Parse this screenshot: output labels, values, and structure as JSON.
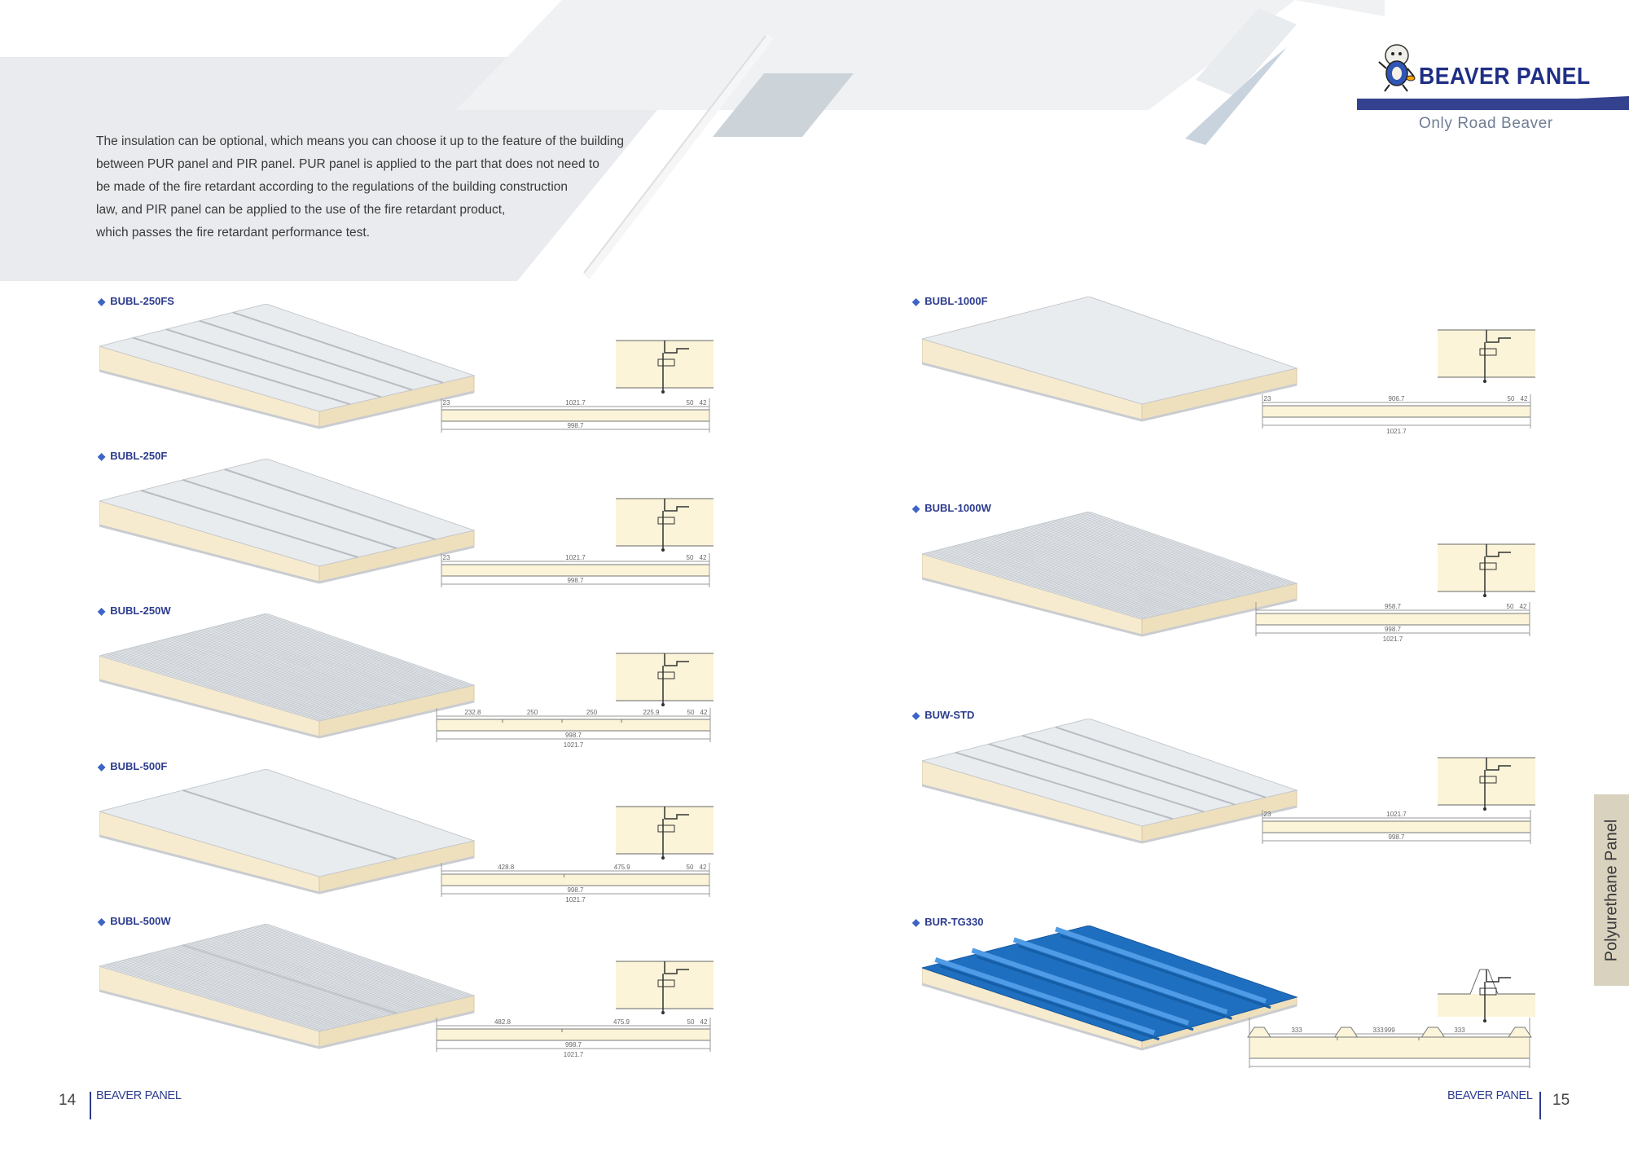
{
  "intro": {
    "lines": [
      "The insulation can be optional, which means you can choose it up to the feature of the building",
      "between PUR panel and PIR panel. PUR panel is applied to the part that does not need to",
      "be made of the fire retardant according to the regulations of the building construction",
      "law, and PIR panel can be applied to the use of the fire retardant product,",
      "which passes the fire retardant performance test."
    ]
  },
  "brand": {
    "logo_text": "BEAVER PANEL",
    "tagline": "Only Road Beaver"
  },
  "products": [
    {
      "code": "BUBL-250FS",
      "face": "flat-ribs",
      "dims": {
        "top": "1021.7",
        "mid": "998.7",
        "left": "23",
        "right1": "50",
        "right2": "42"
      }
    },
    {
      "code": "BUBL-250F",
      "face": "flat-ribs-wide",
      "dims": {
        "top": "1021.7",
        "mid": "998.7",
        "left": "23",
        "right1": "50",
        "right2": "42"
      }
    },
    {
      "code": "BUBL-250W",
      "face": "corrugated",
      "dims": {
        "segs": [
          "232.8",
          "250",
          "250",
          "225.9"
        ],
        "right1": "50",
        "right2": "42",
        "mid": "998.7",
        "bottom": "1021.7"
      }
    },
    {
      "code": "BUBL-500F",
      "face": "flat-one-groove",
      "dims": {
        "segs": [
          "428.8",
          "475.9"
        ],
        "right1": "50",
        "right2": "42",
        "mid": "998.7",
        "bottom": "1021.7"
      }
    },
    {
      "code": "BUBL-500W",
      "face": "corrugated-one-groove",
      "dims": {
        "segs": [
          "482.8",
          "475.9"
        ],
        "right1": "50",
        "right2": "42",
        "mid": "998.7",
        "bottom": "1021.7"
      }
    },
    {
      "code": "BUBL-1000F",
      "face": "flat",
      "dims": {
        "top": "906.7",
        "left": "23",
        "right1": "50",
        "right2": "42",
        "bottom": "1021.7"
      }
    },
    {
      "code": "BUBL-1000W",
      "face": "corrugated",
      "dims": {
        "top": "958.7",
        "right1": "50",
        "right2": "42",
        "mid": "998.7",
        "bottom": "1021.7"
      }
    },
    {
      "code": "BUW-STD",
      "face": "flat-ribs",
      "dims": {
        "top": "1021.7",
        "mid": "998.7",
        "left": "23"
      }
    },
    {
      "code": "BUR-TG330",
      "face": "trapezoid-blue",
      "dims": {
        "top": "999",
        "segs": [
          "333",
          "333",
          "333"
        ]
      }
    }
  ],
  "side_tab": "Polyurethane Panel",
  "footer": {
    "left_page": "14",
    "left_brand": "BEAVER PANEL",
    "right_brand": "BEAVER PANEL",
    "right_page": "15"
  },
  "colors": {
    "brand_blue": "#1f2f86",
    "label_blue": "#2d3c8e",
    "foam": "#f7ebcf",
    "skin": "#e9ecef",
    "roof_blue": "#1f6fc1",
    "tab": "#d9d2bf"
  }
}
